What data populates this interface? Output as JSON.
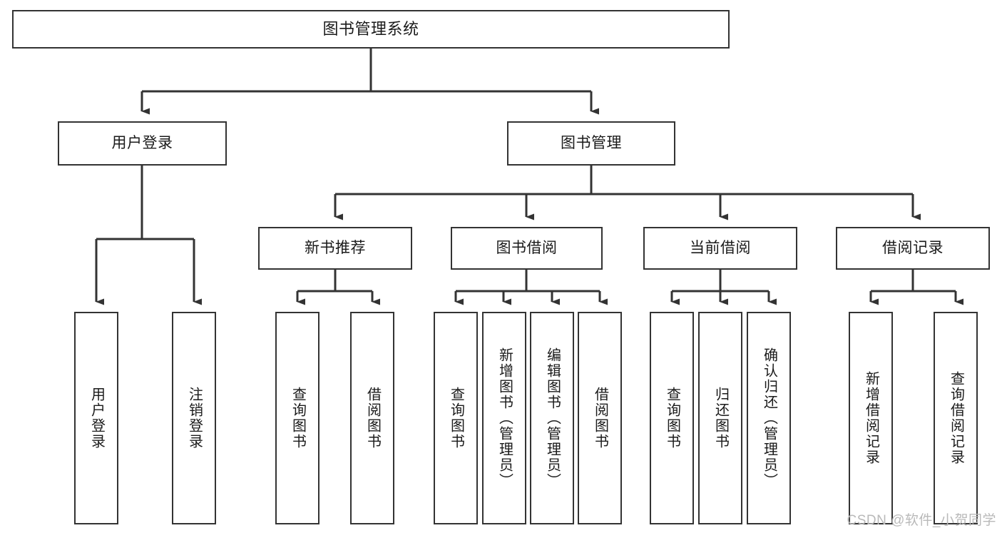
{
  "diagram": {
    "type": "tree",
    "title": "图书管理系统",
    "orientation": "top-down",
    "levels": 4,
    "colors": {
      "stroke": "#333333",
      "fill": "#ffffff",
      "text": "#1a1a1a",
      "watermark": "#b9b9b9"
    },
    "nodes": {
      "root": {
        "label": "图书管理系统"
      },
      "level2": [
        {
          "label": "用户登录"
        },
        {
          "label": "图书管理"
        }
      ],
      "level3": [
        {
          "label": "新书推荐"
        },
        {
          "label": "图书借阅"
        },
        {
          "label": "当前借阅"
        },
        {
          "label": "借阅记录"
        }
      ],
      "leaves": {
        "user_login": [
          {
            "label": "用户登录"
          },
          {
            "label": "注销登录"
          }
        ],
        "new_book_recommend": [
          {
            "label": "查询图书"
          },
          {
            "label": "借阅图书"
          }
        ],
        "book_borrow": [
          {
            "label": "查询图书"
          },
          {
            "label": "新增图书（管理员）"
          },
          {
            "label": "编辑图书（管理员）"
          },
          {
            "label": "借阅图书"
          }
        ],
        "current_borrow": [
          {
            "label": "查询图书"
          },
          {
            "label": "归还图书"
          },
          {
            "label": "确认归还（管理员）"
          }
        ],
        "borrow_record": [
          {
            "label": "新增借阅记录"
          },
          {
            "label": "查询借阅记录"
          }
        ]
      }
    },
    "watermark": "CSDN @软件_小贺同学"
  }
}
